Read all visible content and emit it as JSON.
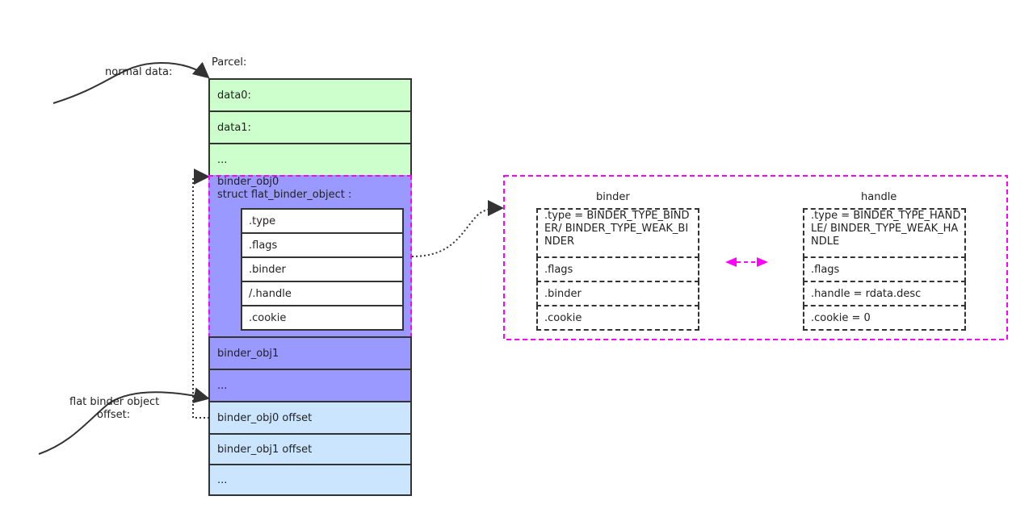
{
  "labels": {
    "parcel": "Parcel:",
    "normal_data": "normal data:",
    "flat_offset_line1": "flat binder object",
    "flat_offset_line2": "offset:"
  },
  "parcel_rows": {
    "data0": "data0:",
    "data1": "data1:",
    "ellipsis1": "...",
    "binder_obj0_title": "binder_obj0",
    "binder_obj0_struct": "struct flat_binder_object :",
    "binder_obj1": "binder_obj1",
    "ellipsis2": "...",
    "obj0_offset": "binder_obj0 offset",
    "obj1_offset": "binder_obj1 offset",
    "ellipsis3": "..."
  },
  "struct_fields": {
    "type": ".type",
    "flags": ".flags",
    "binder": ".binder",
    "handle": "/.handle",
    "cookie": ".cookie"
  },
  "binder_side": {
    "title": "binder",
    "type": ".type = BINDER_TYPE_BINDER/ BINDER_TYPE_WEAK_BINDER",
    "flags": ".flags",
    "binder": ".binder",
    "cookie": ".cookie"
  },
  "handle_side": {
    "title": "handle",
    "type": ".type = BINDER_TYPE_HANDLE/ BINDER_TYPE_WEAK_HANDLE",
    "flags": ".flags",
    "handle": ".handle = rdata.desc",
    "cookie": ".cookie = 0"
  },
  "colors": {
    "green": "#ccffcc",
    "purple": "#9999ff",
    "blue": "#cce5ff",
    "magenta": "#ff00ff"
  }
}
